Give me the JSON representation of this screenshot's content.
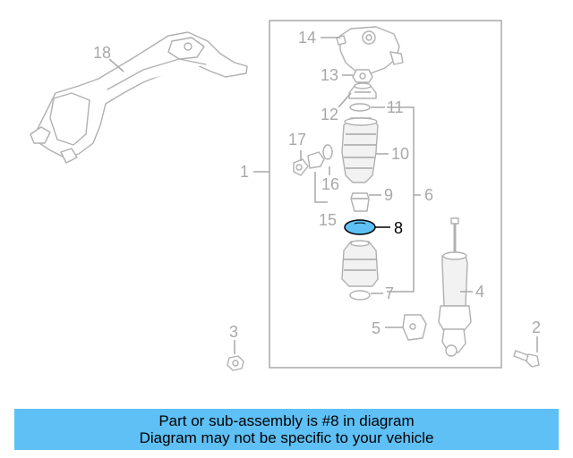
{
  "diagram": {
    "highlight_color": "#5ec0f5",
    "highlighted_part": "8",
    "labels": {
      "p1": "1",
      "p2": "2",
      "p3": "3",
      "p4": "4",
      "p5": "5",
      "p6": "6",
      "p7": "7",
      "p8": "8",
      "p9": "9",
      "p10": "10",
      "p11": "11",
      "p12": "12",
      "p13": "13",
      "p14": "14",
      "p15": "15",
      "p16": "16",
      "p17": "17",
      "p18": "18"
    }
  },
  "caption": {
    "line1": "Part or sub-assembly is #8 in diagram",
    "line2": "Diagram may not be specific to your vehicle",
    "background": "#5ec0f5"
  }
}
